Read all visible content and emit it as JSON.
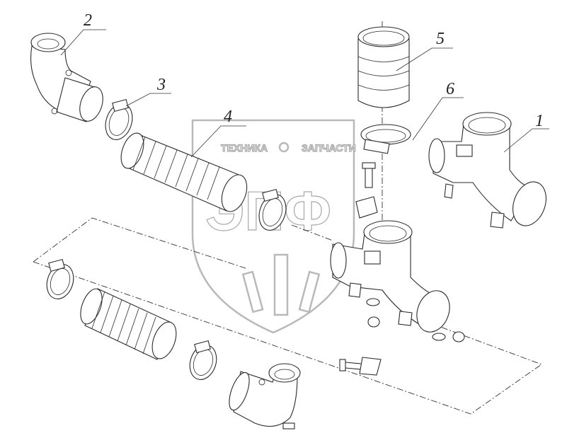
{
  "watermark": {
    "word_left": "ТЕХНИКА",
    "word_right": "ЗАПЧАСТИ",
    "monogram": "ЭПФ"
  },
  "callouts": [
    {
      "number": "1"
    },
    {
      "number": "2"
    },
    {
      "number": "3"
    },
    {
      "number": "4"
    },
    {
      "number": "5"
    },
    {
      "number": "6"
    }
  ]
}
